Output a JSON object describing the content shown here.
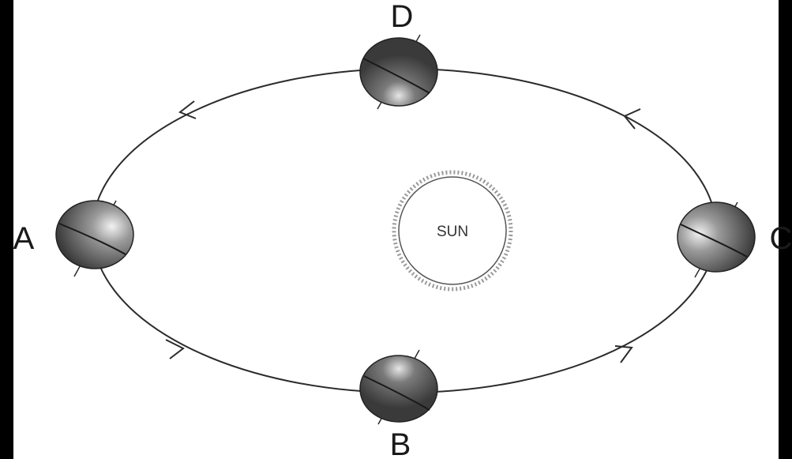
{
  "sun": {
    "label": "SUN"
  },
  "positions": [
    {
      "id": "A",
      "label": "A"
    },
    {
      "id": "B",
      "label": "B"
    },
    {
      "id": "C",
      "label": "C"
    },
    {
      "id": "D",
      "label": "D"
    }
  ],
  "colors": {
    "background": "#000000",
    "panel": "#ffffff",
    "orbit": "#2b2b2b",
    "earth_dark": "#3f3f3f",
    "earth_light": "#eeeeee",
    "sun_outline": "#888888",
    "label": "#1a1a1a"
  }
}
